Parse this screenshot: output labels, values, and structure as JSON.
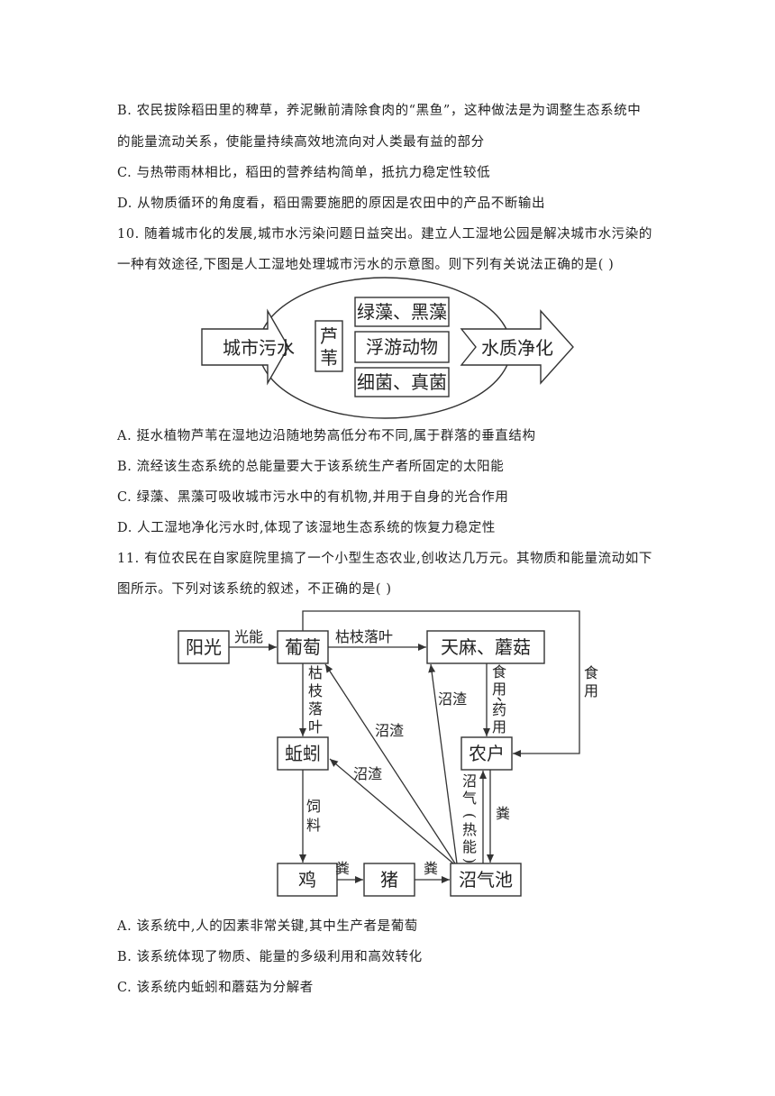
{
  "lines": {
    "b9a": "B. 农民拔除稻田里的稗草，养泥鳅前清除食肉的“黑鱼”，这种做法是为调整生态系统中",
    "b9b": "的能量流动关系，使能量持续高效地流向对人类最有益的部分",
    "c9": "C. 与热带雨林相比，稻田的营养结构简单，抵抗力稳定性较低",
    "d9": "D. 从物质循环的角度看，稻田需要施肥的原因是农田中的产品不断输出",
    "q10a": "10.  随着城市化的发展,城市水污染问题日益突出。建立人工湿地公园是解决城市水污染的",
    "q10b": "一种有效途径,下图是人工湿地处理城市污水的示意图。则下列有关说法正确的是(     )",
    "a10": "A.  挺水植物芦苇在湿地边沿随地势高低分布不同,属于群落的垂直结构",
    "b10": "B.  流经该生态系统的总能量要大于该系统生产者所固定的太阳能",
    "c10": "C.  绿藻、黑藻可吸收城市污水中的有机物,并用于自身的光合作用",
    "d10": "D.  人工湿地净化污水时,体现了该湿地生态系统的恢复力稳定性",
    "q11a": "11.  有位农民在自家庭院里搞了一个小型生态农业,创收达几万元。其物质和能量流动如下",
    "q11b": "图所示。下列对该系统的叙述，不正确的是(     )",
    "a11": "A.  该系统中,人的因素非常关键,其中生产者是葡萄",
    "b11": "B.  该系统体现了物质、能量的多级利用和高效转化",
    "c11": "C.  该系统内蚯蚓和蘑菇为分解者"
  },
  "diagram1": {
    "input": "城市污水",
    "reed": "芦苇",
    "algae": "绿藻、黑藻",
    "zooplankton": "浮游动物",
    "microbes": "细菌、真菌",
    "output": "水质净化"
  },
  "diagram2": {
    "sunlight": "阳光",
    "grape": "葡萄",
    "mushroom": "天麻、蘑菇",
    "earthworm": "蚯蚓",
    "farmer": "农户",
    "chicken": "鸡",
    "pig": "猪",
    "biogas": "沼气池",
    "light_energy": "光能",
    "branches_leaves": "枯枝落叶",
    "branches_leaves_v": "枯枝落叶",
    "feed": "饲料",
    "manure": "粪",
    "residue": "沼渣",
    "edible": "食用",
    "edible_medicinal": "食用、药用",
    "biogas_heat": "沼气(热能)"
  }
}
